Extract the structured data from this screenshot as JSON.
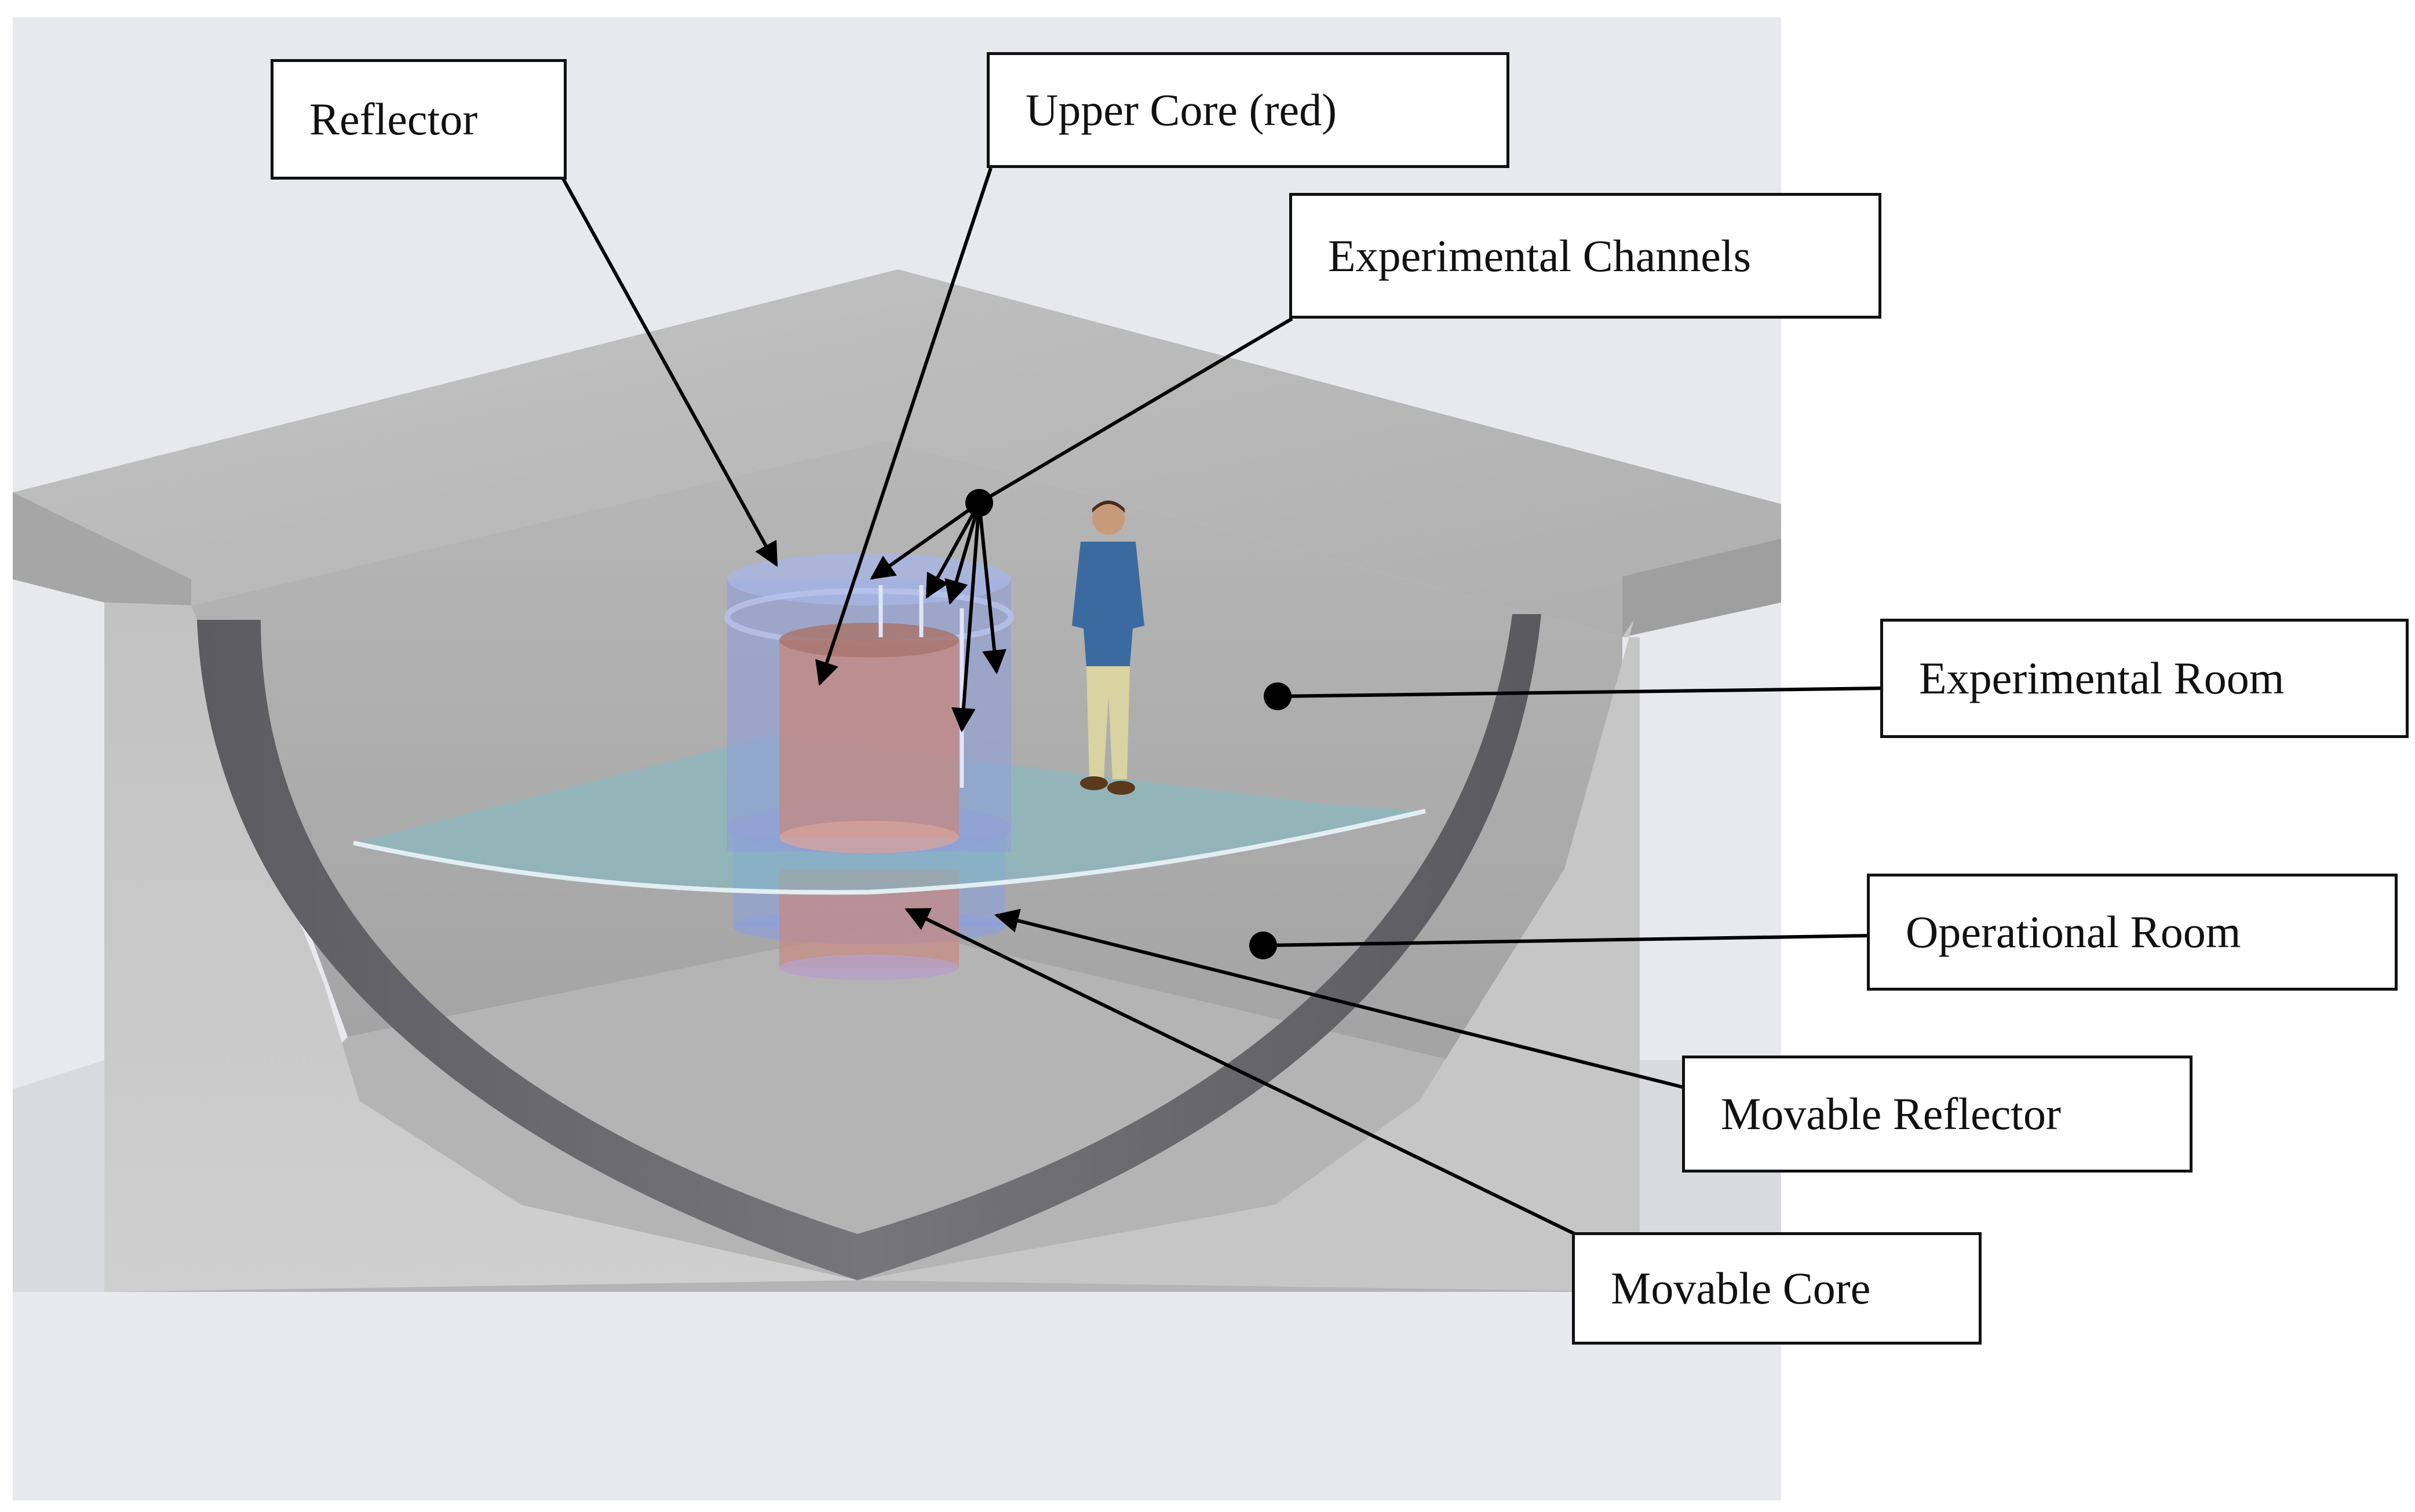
{
  "labels": {
    "reflector": "Reflector",
    "upper_core": "Upper Core (red)",
    "experimental_channels": "Experimental Channels",
    "experimental_room": "Experimental Room",
    "operational_room": "Operational Room",
    "movable_reflector": "Movable Reflector",
    "movable_core": "Movable Core"
  },
  "colors": {
    "background": "#e8e9ed",
    "concrete_light": "#bdbdbd",
    "concrete_mid": "#a9a9a9",
    "concrete_dark": "#8f8f8f",
    "vessel_shell": "#6e6e72",
    "water_plane": "#7fbcc4",
    "reflector_blue": "#8f9fd8",
    "core_red": "#c68880",
    "label_border": "#111111",
    "arrow": "#000000"
  }
}
